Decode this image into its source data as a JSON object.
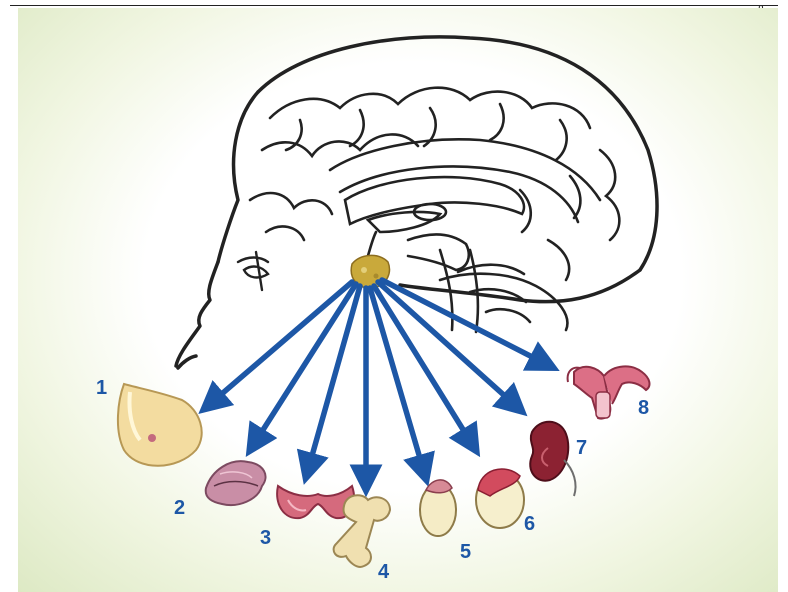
{
  "diagram": {
    "page_marker": "g",
    "colors": {
      "arrow": "#1d57a6",
      "gland": "#c9a93b",
      "outline": "#222222",
      "background_edge": "#dde9c4"
    },
    "organs": [
      {
        "label": "1",
        "icon": "breast-icon"
      },
      {
        "label": "2",
        "icon": "pancreas-icon"
      },
      {
        "label": "3",
        "icon": "thyroid-icon"
      },
      {
        "label": "4",
        "icon": "bone-icon"
      },
      {
        "label": "5",
        "icon": "adrenal-icon"
      },
      {
        "label": "6",
        "icon": "adrenal-cortex-icon"
      },
      {
        "label": "7",
        "icon": "kidney-icon"
      },
      {
        "label": "8",
        "icon": "uterus-icon"
      }
    ]
  }
}
